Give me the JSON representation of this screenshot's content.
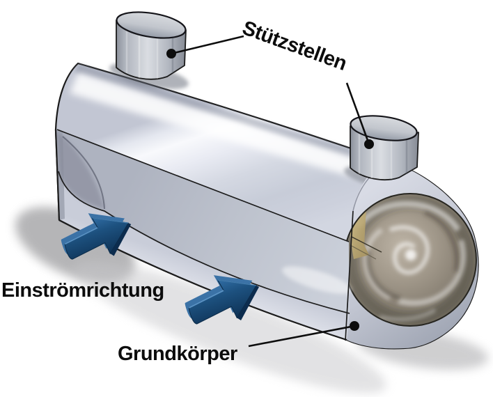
{
  "figure": {
    "background": "#ffffff",
    "labels": {
      "supports": "Stützstellen",
      "inflow_direction": "Einströmrichtung",
      "base_body": "Grundkörper"
    },
    "colors": {
      "label_text": "#0c0c0c",
      "leader_line": "#0d0d0d",
      "outline": "#1a1a1a",
      "arrow_blue_light": "#2f6ba2",
      "arrow_blue_dark": "#0d3053",
      "vessel_highlight": "#f8f9fc",
      "vessel_shade": "#c2c6d3",
      "nozzle_gray": "#b0b5bf",
      "end_cap_swirl": "#8e8678",
      "accent_tan": "#d2c08b"
    },
    "icons": {
      "flow_arrow": "flow-arrow-icon",
      "leader_dot": "leader-dot"
    }
  }
}
